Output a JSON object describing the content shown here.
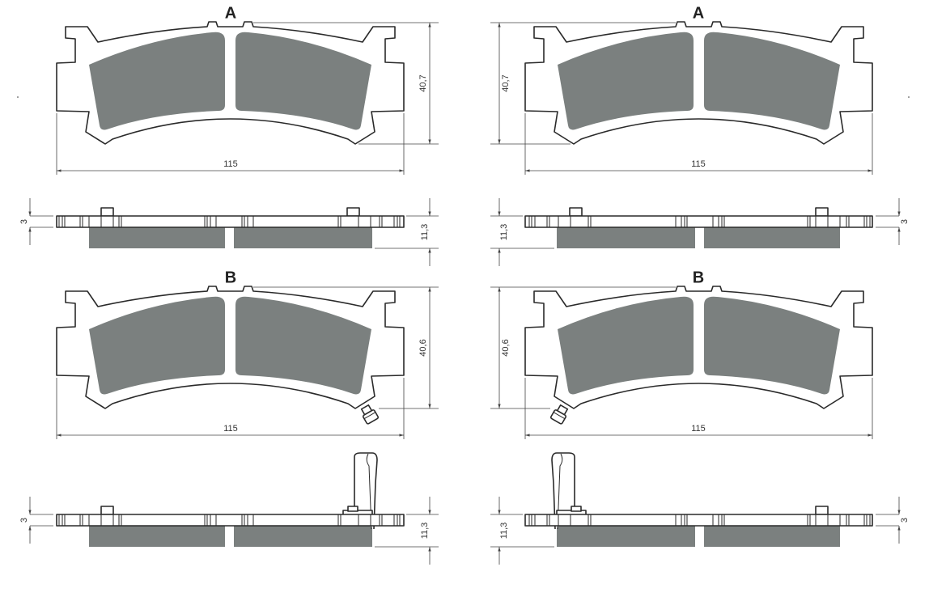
{
  "drawings": [
    {
      "letter": "A",
      "width": "115",
      "height": "40,7",
      "plate_thickness": "3",
      "total_thickness": "11,3",
      "has_wear_sensor": false
    },
    {
      "letter": "B",
      "width": "115",
      "height": "40,6",
      "plate_thickness": "3",
      "total_thickness": "11,3",
      "has_wear_sensor": true
    }
  ],
  "colors": {
    "friction_material": "#7b807f",
    "outline": "#2a2a2a"
  }
}
